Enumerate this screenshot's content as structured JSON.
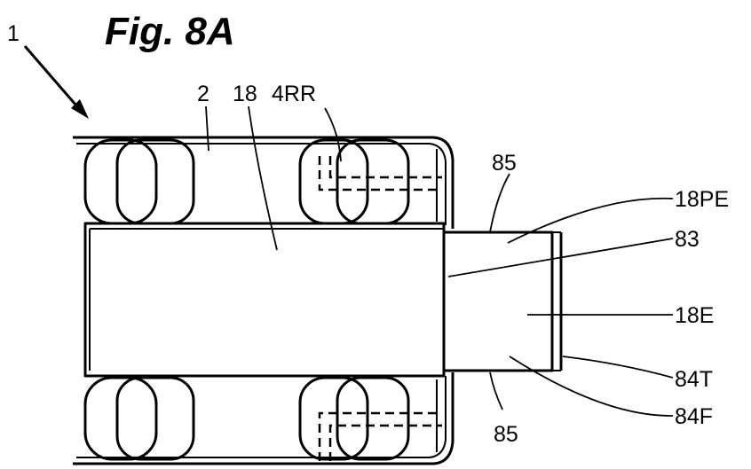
{
  "figure": {
    "title": "Fig. 8A",
    "labels": {
      "vehicle": "1",
      "body": "2",
      "floor": "18",
      "rear_wheel": "4RR",
      "ext_side_top": "85",
      "ext_side_bottom": "85",
      "plate_extension": "18PE",
      "boundary": "83",
      "extension": "18E",
      "tail": "84T",
      "flap": "84F"
    }
  }
}
